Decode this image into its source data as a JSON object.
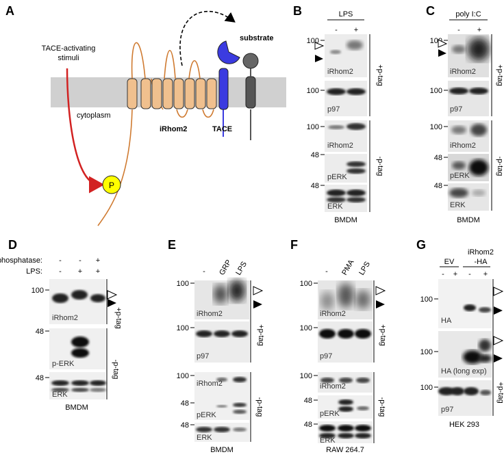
{
  "panels": {
    "A": {
      "letter": "A",
      "stimuli_l1": "TACE-activating",
      "stimuli_l2": "stimuli",
      "cytoplasm": "cytoplasm",
      "irhom2": "iRhom2",
      "tace": "TACE",
      "substrate": "substrate",
      "p": "P"
    },
    "B": {
      "letter": "B",
      "treatment": "LPS",
      "minus": "-",
      "plus": "+",
      "mw_100a": "100",
      "mw_100b": "100",
      "mw_100c": "100",
      "mw_48a": "48",
      "mw_48b": "48",
      "blot_irhom2_top": "iRhom2",
      "blot_p97": "p97",
      "blot_irhom2_bot": "iRhom2",
      "blot_perk": "pERK",
      "blot_erk": "ERK",
      "ptag_plus": "+p-tag",
      "ptag_minus": "-p-tag",
      "cell": "BMDM"
    },
    "C": {
      "letter": "C",
      "treatment": "poly I:C",
      "minus": "-",
      "plus": "+",
      "mw_100a": "100",
      "mw_100b": "100",
      "mw_100c": "100",
      "mw_48a": "48",
      "mw_48b": "48",
      "blot_irhom2_top": "iRhom2",
      "blot_p97": "p97",
      "blot_irhom2_bot": "iRhom2",
      "blot_perk": "pERK",
      "blot_erk": "ERK",
      "ptag_plus": "+p-tag",
      "ptag_minus": "-p-tag",
      "cell": "BMDM"
    },
    "D": {
      "letter": "D",
      "row_phosphatase": "phosphatase:",
      "row_lps": "LPS:",
      "phos_signs": [
        "-",
        "-",
        "+"
      ],
      "lps_signs": [
        "-",
        "+",
        "+"
      ],
      "mw_100": "100",
      "mw_48a": "48",
      "mw_48b": "48",
      "blot_irhom2": "iRhom2",
      "blot_perk": "p-ERK",
      "blot_erk": "ERK",
      "ptag_plus": "+p-tag",
      "ptag_minus": "-p-tag",
      "cell": "BMDM"
    },
    "E": {
      "letter": "E",
      "lanes": [
        "-",
        "GRP",
        "LPS"
      ],
      "mw_100a": "100",
      "mw_100b": "100",
      "mw_100c": "100",
      "mw_48a": "48",
      "mw_48b": "48",
      "blot_irhom2_top": "iRhom2",
      "blot_p97": "p97",
      "blot_irhom2_bot": "iRhom2",
      "blot_perk": "pERK",
      "blot_erk": "ERK",
      "ptag_plus": "+p-tag",
      "ptag_minus": "-p-tag",
      "cell": "BMDM"
    },
    "F": {
      "letter": "F",
      "lanes": [
        "-",
        "PMA",
        "LPS"
      ],
      "mw_100a": "100",
      "mw_100b": "100",
      "mw_100c": "100",
      "mw_48a": "48",
      "mw_48b": "48",
      "blot_irhom2_top": "iRhom2",
      "blot_p97": "p97",
      "blot_irhom2_bot": "iRhom2",
      "blot_perk": "pERK",
      "blot_erk": "ERK",
      "ptag_plus": "+p-tag",
      "ptag_minus": "-p-tag",
      "cell": "RAW 264.7"
    },
    "G": {
      "letter": "G",
      "group_ev": "EV",
      "group_ir_l1": "iRhom2",
      "group_ir_l2": "-HA",
      "signs": [
        "-",
        "+",
        "-",
        "+"
      ],
      "mw_100a": "100",
      "mw_100b": "100",
      "mw_100c": "100",
      "blot_ha": "HA",
      "blot_ha_long": "HA (long exp)",
      "blot_p97": "p97",
      "ptag_plus": "+p-tag",
      "cell": "HEK 293"
    }
  },
  "colors": {
    "membrane": "#d0d0d0",
    "irhom2_tm": "#f0c08e",
    "irhom2_loop": "#cf7a30",
    "tace": "#3b3be0",
    "substrate": "#666666",
    "arrow_red": "#d22222",
    "phospho": "#ffff00"
  }
}
